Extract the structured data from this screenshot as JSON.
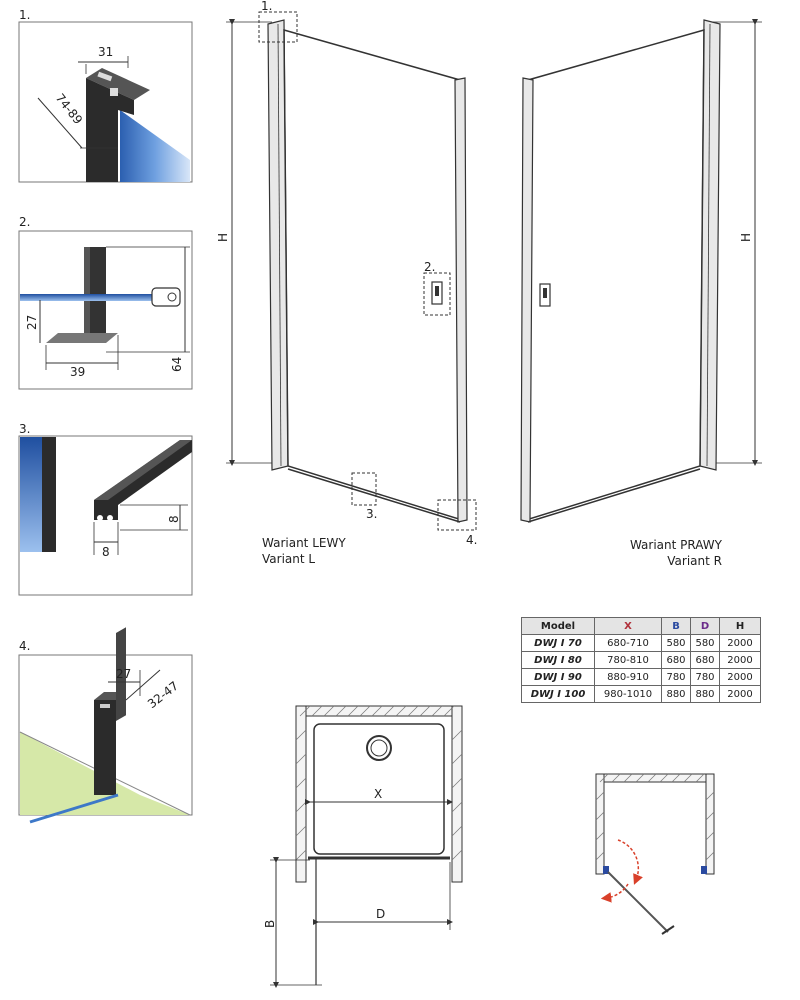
{
  "details": [
    {
      "id": "1.",
      "dims": [
        "31",
        "74-89"
      ]
    },
    {
      "id": "2.",
      "dims": [
        "27",
        "39",
        "64"
      ]
    },
    {
      "id": "3.",
      "dims": [
        "8",
        "8"
      ]
    },
    {
      "id": "4.",
      "dims": [
        "27",
        "32-47"
      ]
    }
  ],
  "main": {
    "h_label": "H",
    "callouts": [
      "1.",
      "2.",
      "3.",
      "4."
    ],
    "left_caption": [
      "Wariant LEWY",
      "Variant L"
    ],
    "right_caption": [
      "Wariant PRAWY",
      "Variant R"
    ]
  },
  "table": {
    "headers": [
      "Model",
      "X",
      "B",
      "D",
      "H"
    ],
    "header_colors": [
      "#222222",
      "#b0303a",
      "#2a4aa0",
      "#6a2a8a",
      "#222222"
    ],
    "rows": [
      [
        "DWJ I 70",
        "680-710",
        "580",
        "580",
        "2000"
      ],
      [
        "DWJ I 80",
        "780-810",
        "680",
        "680",
        "2000"
      ],
      [
        "DWJ I 90",
        "880-910",
        "780",
        "780",
        "2000"
      ],
      [
        "DWJ I 100",
        "980-1010",
        "880",
        "880",
        "2000"
      ]
    ]
  },
  "plan": {
    "x_label": "X",
    "d_label": "D",
    "b_label": "B",
    "x_color": "#b0303a",
    "d_color": "#6a2a8a",
    "b_color": "#2a4aa0"
  },
  "colors": {
    "glass": "#3d78c8",
    "frame": "#2b2b2b",
    "floor": "#d6e8a8",
    "arrow": "#d9402a"
  }
}
